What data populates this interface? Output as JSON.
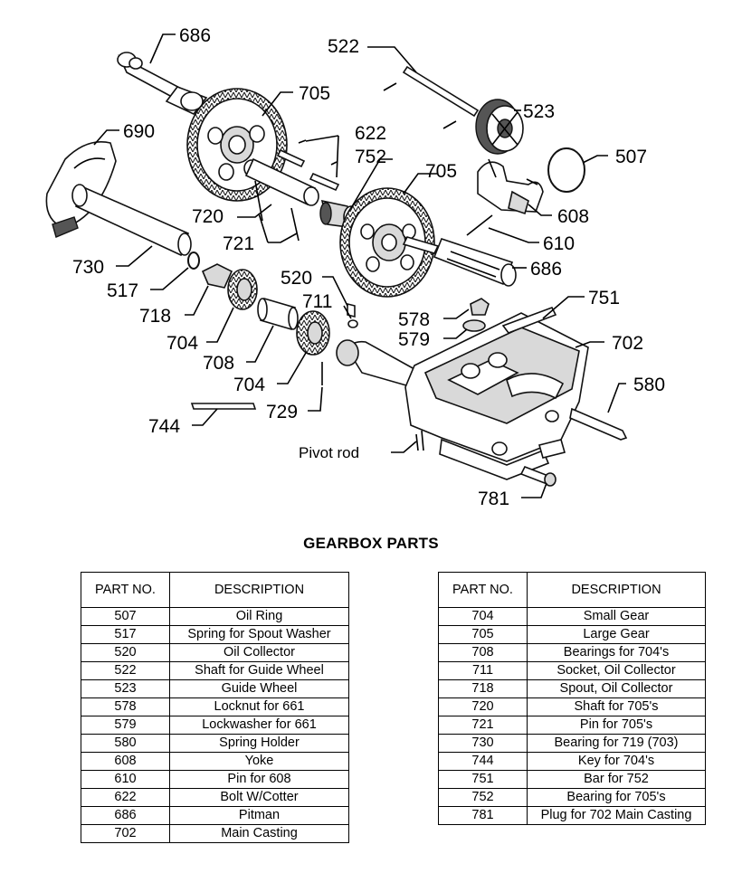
{
  "diagram": {
    "callouts": [
      "686",
      "522",
      "705",
      "523",
      "690",
      "622",
      "752",
      "705",
      "507",
      "720",
      "608",
      "721",
      "610",
      "730",
      "686",
      "517",
      "520",
      "751",
      "711",
      "718",
      "578",
      "579",
      "702",
      "704",
      "708",
      "580",
      "704",
      "729",
      "744",
      "781"
    ],
    "pivot_label": "Pivot rod"
  },
  "title": "GEARBOX PARTS",
  "tables": [
    {
      "header": {
        "part": "PART NO.",
        "description": "DESCRIPTION"
      },
      "rows": [
        {
          "part": "507",
          "description": "Oil Ring"
        },
        {
          "part": "517",
          "description": "Spring for Spout Washer"
        },
        {
          "part": "520",
          "description": "Oil Collector"
        },
        {
          "part": "522",
          "description": "Shaft for Guide Wheel"
        },
        {
          "part": "523",
          "description": "Guide Wheel"
        },
        {
          "part": "578",
          "description": "Locknut for 661"
        },
        {
          "part": "579",
          "description": "Lockwasher for 661"
        },
        {
          "part": "580",
          "description": "Spring Holder"
        },
        {
          "part": "608",
          "description": "Yoke"
        },
        {
          "part": "610",
          "description": "Pin for 608"
        },
        {
          "part": "622",
          "description": "Bolt W/Cotter"
        },
        {
          "part": "686",
          "description": "Pitman"
        },
        {
          "part": "702",
          "description": "Main Casting"
        }
      ]
    },
    {
      "header": {
        "part": "PART NO.",
        "description": "DESCRIPTION"
      },
      "rows": [
        {
          "part": "704",
          "description": "Small Gear"
        },
        {
          "part": "705",
          "description": "Large Gear"
        },
        {
          "part": "708",
          "description": "Bearings for 704's"
        },
        {
          "part": "711",
          "description": "Socket, Oil Collector"
        },
        {
          "part": "718",
          "description": "Spout, Oil Collector"
        },
        {
          "part": "720",
          "description": "Shaft for 705's"
        },
        {
          "part": "721",
          "description": "Pin for 705's"
        },
        {
          "part": "730",
          "description": "Bearing for 719 (703)"
        },
        {
          "part": "744",
          "description": "Key for 704's"
        },
        {
          "part": "751",
          "description": "Bar for 752"
        },
        {
          "part": "752",
          "description": "Bearing for 705's"
        },
        {
          "part": "781",
          "description": "Plug for 702 Main Casting"
        }
      ]
    }
  ]
}
